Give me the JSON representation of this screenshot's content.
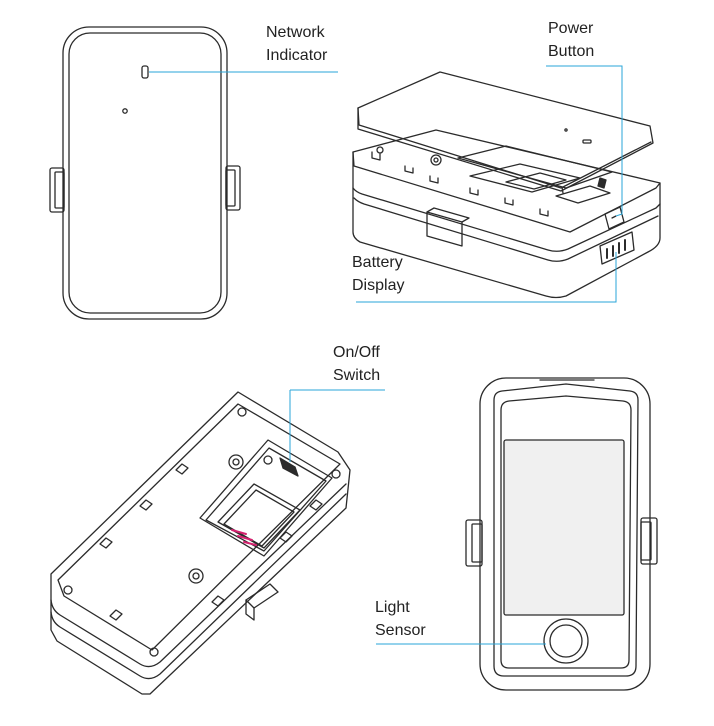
{
  "callouts": {
    "network_indicator": [
      "Network",
      "Indicator"
    ],
    "power_button": [
      "Power",
      "Button"
    ],
    "battery_display": [
      "Battery",
      "Display"
    ],
    "on_off_switch": [
      "On/Off",
      "Switch"
    ],
    "light_sensor": [
      "Light",
      "Sensor"
    ]
  },
  "colors": {
    "leader_line": "#2aa6d8",
    "outline": "#2b2b2b",
    "screen_fill": "#f0f0f0"
  }
}
